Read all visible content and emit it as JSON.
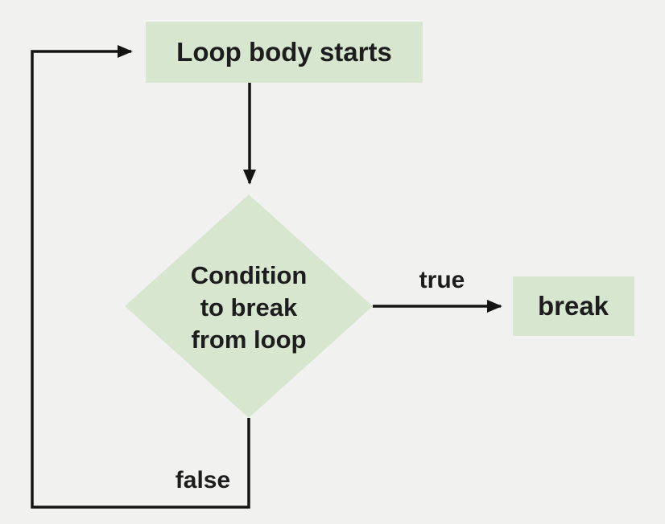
{
  "diagram": {
    "type": "flowchart",
    "topic": "loop break control flow",
    "colors": {
      "background": "#f1f2ef",
      "node_fill": "#d7e6cf",
      "edge_stroke": "#141414",
      "text": "#1d1d1d"
    },
    "nodes": {
      "loop_body": {
        "shape": "rectangle",
        "label": "Loop body starts"
      },
      "condition": {
        "shape": "diamond",
        "label": "Condition to break from loop",
        "lines": [
          "Condition",
          "to break",
          "from loop"
        ]
      },
      "break_node": {
        "shape": "rectangle",
        "label": "break"
      }
    },
    "edges": {
      "body_to_condition": {
        "from": "loop_body",
        "to": "condition",
        "label": ""
      },
      "true_branch": {
        "from": "condition",
        "to": "break_node",
        "label": "true"
      },
      "false_branch": {
        "from": "condition",
        "to": "loop_body",
        "label": "false"
      }
    }
  }
}
